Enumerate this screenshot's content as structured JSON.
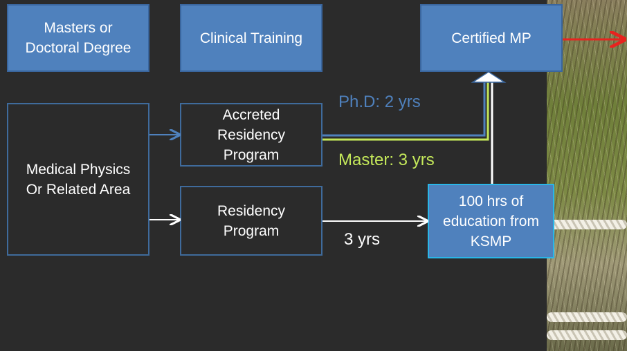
{
  "top_boxes": [
    {
      "label": "Masters or\nDoctoral Degree"
    },
    {
      "label": "Clinical Training"
    },
    {
      "label": "Certified MP"
    }
  ],
  "boxes": {
    "medical_physics": "Medical Physics\nOr Related Area",
    "accreted": "Accreted\nResidency\nProgram",
    "residency": "Residency\nProgram",
    "education": "100 hrs of\neducation from\nKSMP"
  },
  "labels": {
    "phd": "Ph.D:  2 yrs",
    "master": "Master:  3 yrs",
    "three_years": "3 yrs"
  },
  "colors": {
    "background": "#2b2b2b",
    "box_fill": "#4f81bd",
    "phd_path": "#4f81bd",
    "master_path": "#c4e85a",
    "main_path": "#ffffff",
    "exit_arrow": "#e8231f",
    "education_border": "#29b6e8"
  }
}
